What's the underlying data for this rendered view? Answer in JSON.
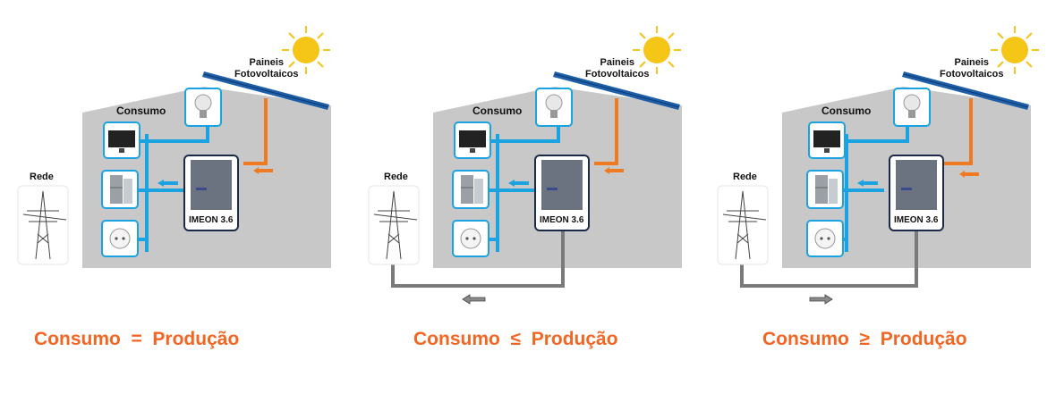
{
  "colors": {
    "caption": "#f26522",
    "house_wall": "#c8c8c8",
    "roof": "#1f5fa8",
    "pv_line": "#f07a22",
    "consumption_line": "#1aa3e0",
    "grid_line": "#7a7a7a",
    "sun": "#f5c518"
  },
  "scenes": [
    {
      "panels_label_line1": "Paineis",
      "panels_label_line2": "Fotovoltaicos",
      "consumo_label": "Consumo",
      "rede_label": "Rede",
      "device_label": "IMEON 3.6",
      "caption": "Consumo  =  Produção",
      "grid_flow": "none"
    },
    {
      "panels_label_line1": "Paineis",
      "panels_label_line2": "Fotovoltaicos",
      "consumo_label": "Consumo",
      "rede_label": "Rede",
      "device_label": "IMEON 3.6",
      "caption": "Consumo  ≤  Produção",
      "grid_flow": "to-left"
    },
    {
      "panels_label_line1": "Paineis",
      "panels_label_line2": "Fotovoltaicos",
      "consumo_label": "Consumo",
      "rede_label": "Rede",
      "device_label": "IMEON 3.6",
      "caption": "Consumo  ≥  Produção",
      "grid_flow": "to-right"
    }
  ],
  "icons": {
    "sun": "sun-icon",
    "bulb": "light-bulb-icon",
    "tv": "television-icon",
    "fridge": "refrigerator-icon",
    "socket": "power-socket-icon",
    "pylon": "power-pylon-icon",
    "inverter": "inverter-icon"
  }
}
